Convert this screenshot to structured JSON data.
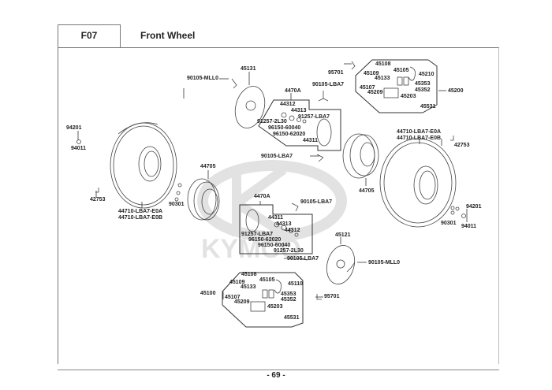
{
  "header": {
    "code": "F07",
    "title": "Front Wheel"
  },
  "footer": {
    "page": "- 69 -"
  },
  "watermark": "KYMCO",
  "labels": [
    {
      "id": "l1",
      "text": "45131"
    },
    {
      "id": "l2",
      "text": "90105-MLL0"
    },
    {
      "id": "l3",
      "text": "4470A"
    },
    {
      "id": "l4",
      "text": "90105-LBA7"
    },
    {
      "id": "l5",
      "text": "44312"
    },
    {
      "id": "l6",
      "text": "44313"
    },
    {
      "id": "l7",
      "text": "91257-LBA7"
    },
    {
      "id": "l8",
      "text": "91257-2L30"
    },
    {
      "id": "l9",
      "text": "96150-60040"
    },
    {
      "id": "l10",
      "text": "96150-62020"
    },
    {
      "id": "l11",
      "text": "44311"
    },
    {
      "id": "l12",
      "text": "90105-LBA7"
    },
    {
      "id": "l13",
      "text": "95701"
    },
    {
      "id": "l14",
      "text": "45108"
    },
    {
      "id": "l15",
      "text": "45109"
    },
    {
      "id": "l16",
      "text": "45133"
    },
    {
      "id": "l17",
      "text": "45105"
    },
    {
      "id": "l18",
      "text": "45210"
    },
    {
      "id": "l19",
      "text": "45107"
    },
    {
      "id": "l20",
      "text": "45209"
    },
    {
      "id": "l21",
      "text": "45353"
    },
    {
      "id": "l22",
      "text": "45352"
    },
    {
      "id": "l23",
      "text": "45200"
    },
    {
      "id": "l24",
      "text": "45203"
    },
    {
      "id": "l25",
      "text": "45531"
    },
    {
      "id": "l26",
      "text": "94201"
    },
    {
      "id": "l27",
      "text": "94011"
    },
    {
      "id": "l28",
      "text": "42753"
    },
    {
      "id": "l29",
      "text": "44710-LBA7-E0A"
    },
    {
      "id": "l30",
      "text": "44710-LBA7-E0B"
    },
    {
      "id": "l31",
      "text": "44705"
    },
    {
      "id": "l32",
      "text": "90301"
    },
    {
      "id": "l33",
      "text": "44710-LBA7-E0A"
    },
    {
      "id": "l34",
      "text": "44710-LBA7-E0B"
    },
    {
      "id": "l35",
      "text": "42753"
    },
    {
      "id": "l36",
      "text": "44705"
    },
    {
      "id": "l37",
      "text": "90301"
    },
    {
      "id": "l38",
      "text": "94201"
    },
    {
      "id": "l39",
      "text": "94011"
    },
    {
      "id": "l40",
      "text": "4470A"
    },
    {
      "id": "l41",
      "text": "90105-LBA7"
    },
    {
      "id": "l42",
      "text": "44311"
    },
    {
      "id": "l43",
      "text": "44313"
    },
    {
      "id": "l44",
      "text": "44312"
    },
    {
      "id": "l45",
      "text": "91257-LBA7"
    },
    {
      "id": "l46",
      "text": "96150-62020"
    },
    {
      "id": "l47",
      "text": "96150-60040"
    },
    {
      "id": "l48",
      "text": "91257-2L30"
    },
    {
      "id": "l49",
      "text": "90105-LBA7"
    },
    {
      "id": "l50",
      "text": "45121"
    },
    {
      "id": "l51",
      "text": "90105-MLL0"
    },
    {
      "id": "l52",
      "text": "45108"
    },
    {
      "id": "l53",
      "text": "45109"
    },
    {
      "id": "l54",
      "text": "45133"
    },
    {
      "id": "l55",
      "text": "45105"
    },
    {
      "id": "l56",
      "text": "45110"
    },
    {
      "id": "l57",
      "text": "45100"
    },
    {
      "id": "l58",
      "text": "45107"
    },
    {
      "id": "l59",
      "text": "45209"
    },
    {
      "id": "l60",
      "text": "45353"
    },
    {
      "id": "l61",
      "text": "45352"
    },
    {
      "id": "l62",
      "text": "45203"
    },
    {
      "id": "l63",
      "text": "45531"
    },
    {
      "id": "l64",
      "text": "95701"
    }
  ]
}
